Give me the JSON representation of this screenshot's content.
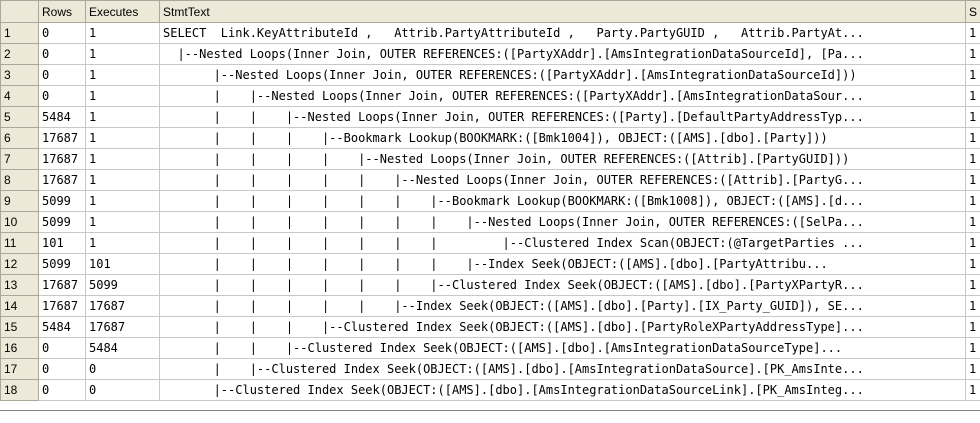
{
  "columns": [
    "",
    "Rows",
    "Executes",
    "StmtText",
    "S"
  ],
  "rows": [
    {
      "num": "1",
      "rows": "0",
      "exec": "1",
      "stmt": "SELECT  Link.KeyAttributeId ,   Attrib.PartyAttributeId ,   Party.PartyGUID ,   Attrib.PartyAt...",
      "last": "1"
    },
    {
      "num": "2",
      "rows": "0",
      "exec": "1",
      "stmt": "  |--Nested Loops(Inner Join, OUTER REFERENCES:([PartyXAddr].[AmsIntegrationDataSourceId], [Pa...",
      "last": "1"
    },
    {
      "num": "3",
      "rows": "0",
      "exec": "1",
      "stmt": "       |--Nested Loops(Inner Join, OUTER REFERENCES:([PartyXAddr].[AmsIntegrationDataSourceId]))",
      "last": "1"
    },
    {
      "num": "4",
      "rows": "0",
      "exec": "1",
      "stmt": "       |    |--Nested Loops(Inner Join, OUTER REFERENCES:([PartyXAddr].[AmsIntegrationDataSour...",
      "last": "1"
    },
    {
      "num": "5",
      "rows": "5484",
      "exec": "1",
      "stmt": "       |    |    |--Nested Loops(Inner Join, OUTER REFERENCES:([Party].[DefaultPartyAddressTyp...",
      "last": "1"
    },
    {
      "num": "6",
      "rows": "17687",
      "exec": "1",
      "stmt": "       |    |    |    |--Bookmark Lookup(BOOKMARK:([Bmk1004]), OBJECT:([AMS].[dbo].[Party]))",
      "last": "1"
    },
    {
      "num": "7",
      "rows": "17687",
      "exec": "1",
      "stmt": "       |    |    |    |    |--Nested Loops(Inner Join, OUTER REFERENCES:([Attrib].[PartyGUID]))",
      "last": "1"
    },
    {
      "num": "8",
      "rows": "17687",
      "exec": "1",
      "stmt": "       |    |    |    |    |    |--Nested Loops(Inner Join, OUTER REFERENCES:([Attrib].[PartyG...",
      "last": "1"
    },
    {
      "num": "9",
      "rows": "5099",
      "exec": "1",
      "stmt": "       |    |    |    |    |    |    |--Bookmark Lookup(BOOKMARK:([Bmk1008]), OBJECT:([AMS].[d...",
      "last": "1"
    },
    {
      "num": "10",
      "rows": "5099",
      "exec": "1",
      "stmt": "       |    |    |    |    |    |    |    |--Nested Loops(Inner Join, OUTER REFERENCES:([SelPa...",
      "last": "1"
    },
    {
      "num": "11",
      "rows": "101",
      "exec": "1",
      "stmt": "       |    |    |    |    |    |    |         |--Clustered Index Scan(OBJECT:(@TargetParties ...",
      "last": "1"
    },
    {
      "num": "12",
      "rows": "5099",
      "exec": "101",
      "stmt": "       |    |    |    |    |    |    |    |--Index Seek(OBJECT:([AMS].[dbo].[PartyAttribu...",
      "last": "1"
    },
    {
      "num": "13",
      "rows": "17687",
      "exec": "5099",
      "stmt": "       |    |    |    |    |    |    |--Clustered Index Seek(OBJECT:([AMS].[dbo].[PartyXPartyR...",
      "last": "1"
    },
    {
      "num": "14",
      "rows": "17687",
      "exec": "17687",
      "stmt": "       |    |    |    |    |    |--Index Seek(OBJECT:([AMS].[dbo].[Party].[IX_Party_GUID]), SE...",
      "last": "1"
    },
    {
      "num": "15",
      "rows": "5484",
      "exec": "17687",
      "stmt": "       |    |    |    |--Clustered Index Seek(OBJECT:([AMS].[dbo].[PartyRoleXPartyAddressType]...",
      "last": "1"
    },
    {
      "num": "16",
      "rows": "0",
      "exec": "5484",
      "stmt": "       |    |    |--Clustered Index Seek(OBJECT:([AMS].[dbo].[AmsIntegrationDataSourceType]...",
      "last": "1"
    },
    {
      "num": "17",
      "rows": "0",
      "exec": "0",
      "stmt": "       |    |--Clustered Index Seek(OBJECT:([AMS].[dbo].[AmsIntegrationDataSource].[PK_AmsInte...",
      "last": "1"
    },
    {
      "num": "18",
      "rows": "0",
      "exec": "0",
      "stmt": "       |--Clustered Index Seek(OBJECT:([AMS].[dbo].[AmsIntegrationDataSourceLink].[PK_AmsInteg...",
      "last": "1"
    }
  ]
}
